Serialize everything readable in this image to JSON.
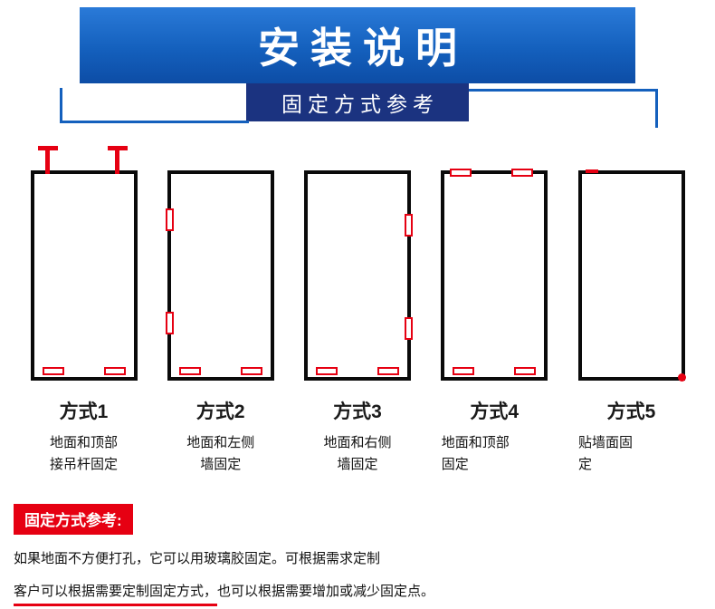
{
  "header": {
    "title": "安装说明",
    "subtitle": "固定方式参考"
  },
  "methods": [
    {
      "label": "方式1",
      "desc1": "地面和顶部",
      "desc2": "接吊杆固定"
    },
    {
      "label": "方式2",
      "desc1": "地面和左侧",
      "desc2": "墙固定"
    },
    {
      "label": "方式3",
      "desc1": "地面和右侧",
      "desc2": "墙固定"
    },
    {
      "label": "方式4",
      "desc1": "地面和顶部",
      "desc2": "固定"
    },
    {
      "label": "方式5",
      "desc1": "贴墙面固",
      "desc2": "定"
    }
  ],
  "footer": {
    "tag": "固定方式参考:",
    "line1": "如果地面不方便打孔，它可以用玻璃胶固定。可根据需求定制",
    "line2_underlined": "客户可以根据需要定制固定方式，",
    "line2_rest": "也可以根据需要增加或减少固定点。"
  },
  "colors": {
    "banner_blue": "#1460bd",
    "subtitle_navy": "#1b3380",
    "accent_red": "#e60012",
    "frame_black": "#0a0a0a"
  }
}
